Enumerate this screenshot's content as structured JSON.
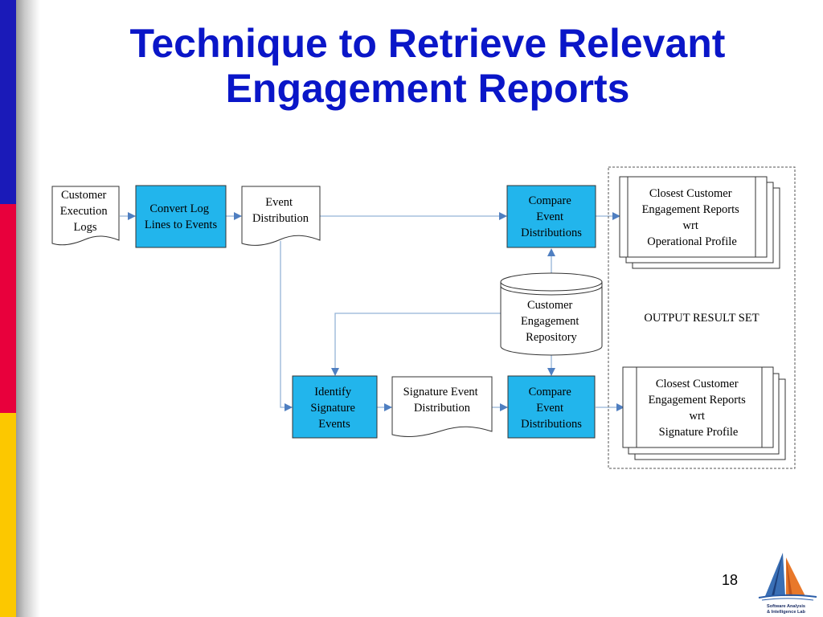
{
  "slide": {
    "title_line1": "Technique to Retrieve Relevant",
    "title_line2": "Engagement Reports",
    "page_number": "18",
    "colors": {
      "title": "#0a16c8",
      "stripe_blue": "#1a1ab8",
      "stripe_red": "#e8003c",
      "stripe_yellow": "#fcc800",
      "process_fill": "#22b5ec"
    }
  },
  "diagram": {
    "customer_logs": [
      "Customer",
      "Execution",
      "Logs"
    ],
    "convert": [
      "Convert Log",
      "Lines to Events"
    ],
    "event_distribution": [
      "Event",
      "Distribution"
    ],
    "compare_top": [
      "Compare",
      "Event",
      "Distributions"
    ],
    "result_top": [
      "Closest Customer",
      "Engagement Reports",
      "wrt",
      "Operational Profile"
    ],
    "repository": [
      "Customer",
      "Engagement",
      "Repository"
    ],
    "output_label": "OUTPUT RESULT SET",
    "identify": [
      "Identify",
      "Signature",
      "Events"
    ],
    "signature_distribution": [
      "Signature Event",
      "Distribution"
    ],
    "compare_bottom": [
      "Compare",
      "Event",
      "Distributions"
    ],
    "result_bottom": [
      "Closest Customer",
      "Engagement Reports",
      "wrt",
      "Signature Profile"
    ]
  },
  "logo": {
    "line1": "Software Analysis",
    "line2": "& Intelligence Lab",
    "icon": "sailboat-logo-icon"
  }
}
